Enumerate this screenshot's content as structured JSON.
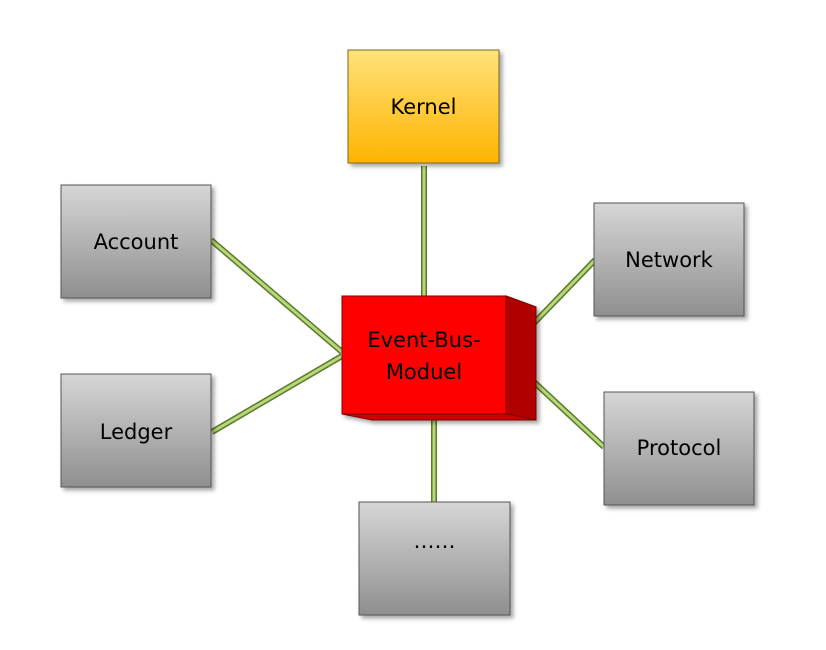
{
  "diagram": {
    "hub": {
      "label_line1": "Event-Bus-",
      "label_line2": "Moduel",
      "color": "#FF0000"
    },
    "nodes": [
      {
        "id": "kernel",
        "label": "Kernel",
        "color": "#FFC000"
      },
      {
        "id": "account",
        "label": "Account",
        "color": "#A6A6A6"
      },
      {
        "id": "network",
        "label": "Network",
        "color": "#A6A6A6"
      },
      {
        "id": "ledger",
        "label": "Ledger",
        "color": "#A6A6A6"
      },
      {
        "id": "protocol",
        "label": "Protocol",
        "color": "#A6A6A6"
      },
      {
        "id": "more",
        "label": "……",
        "color": "#A6A6A6"
      }
    ],
    "connector_color": "#9BBB59"
  }
}
